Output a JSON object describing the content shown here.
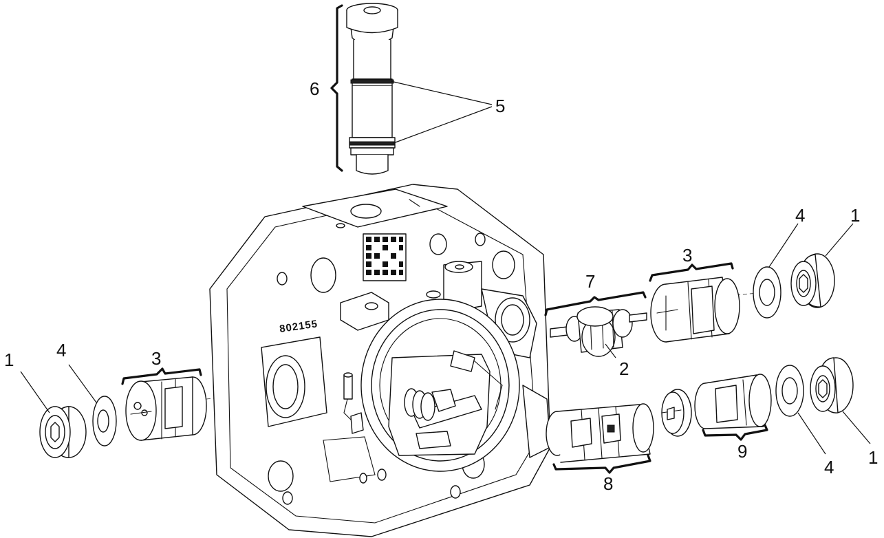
{
  "body_serial": "802155",
  "callouts": {
    "c1_left": "1",
    "c4_left": "4",
    "c3_left": "3",
    "c6": "6",
    "c5": "5",
    "c7": "7",
    "c2": "2",
    "c3_right": "3",
    "c4_right_top": "4",
    "c1_right_top": "1",
    "c8": "8",
    "c9": "9",
    "c4_right_bottom": "4",
    "c1_right_bottom": "1"
  }
}
